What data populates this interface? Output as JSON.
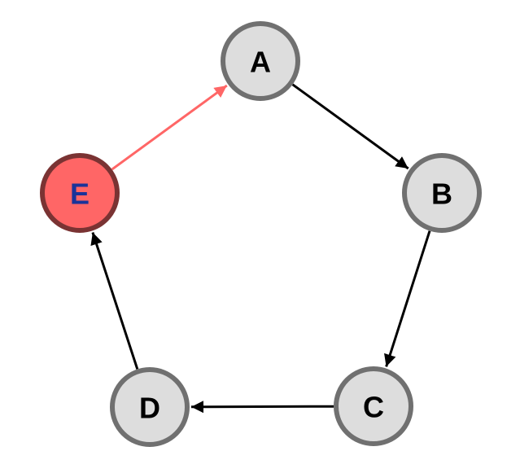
{
  "diagram": {
    "type": "directed-cycle-graph",
    "nodes": [
      {
        "id": "A",
        "label": "A",
        "fill": "#dddddd",
        "stroke": "#707070",
        "text_color": "#000000",
        "highlighted": false
      },
      {
        "id": "B",
        "label": "B",
        "fill": "#dddddd",
        "stroke": "#707070",
        "text_color": "#000000",
        "highlighted": false
      },
      {
        "id": "C",
        "label": "C",
        "fill": "#dddddd",
        "stroke": "#707070",
        "text_color": "#000000",
        "highlighted": false
      },
      {
        "id": "D",
        "label": "D",
        "fill": "#dddddd",
        "stroke": "#707070",
        "text_color": "#000000",
        "highlighted": false
      },
      {
        "id": "E",
        "label": "E",
        "fill": "#ff6666",
        "stroke": "#7a3333",
        "text_color": "#1a3399",
        "highlighted": true
      }
    ],
    "edges": [
      {
        "from": "A",
        "to": "B",
        "color": "#000000"
      },
      {
        "from": "B",
        "to": "C",
        "color": "#000000"
      },
      {
        "from": "C",
        "to": "D",
        "color": "#000000"
      },
      {
        "from": "D",
        "to": "E",
        "color": "#000000"
      },
      {
        "from": "E",
        "to": "A",
        "color": "#ff6666"
      }
    ]
  }
}
